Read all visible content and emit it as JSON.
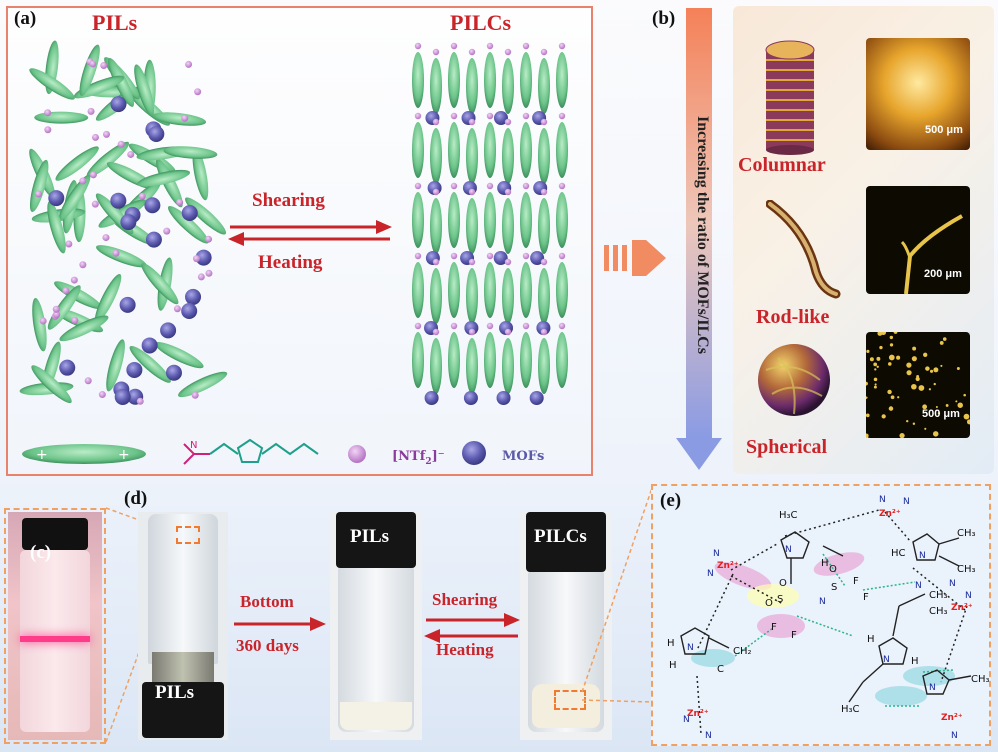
{
  "panel_a": {
    "label": "(a)",
    "left_title": "PILs",
    "right_title": "PILCs",
    "arrow_top": "Shearing",
    "arrow_bottom": "Heating",
    "legend_anion": "[NTf",
    "legend_anion_sub": "2",
    "legend_anion_sup": "]⁻",
    "legend_mofs": "MOFs"
  },
  "panel_b": {
    "label": "(b)",
    "vertical_text": "Increasing the ratio of MOFs/ILCs",
    "morphologies": [
      {
        "name": "Columnar",
        "scale": "500 μm"
      },
      {
        "name": "Rod-like",
        "scale": "200 μm"
      },
      {
        "name": "Spherical",
        "scale": "500 μm"
      }
    ]
  },
  "panel_c": {
    "label": "(c)"
  },
  "panel_d": {
    "label": "(d)",
    "vial1_label": "PILs",
    "vial2_label": "PILs",
    "vial3_label": "PILCs",
    "arrow1_top": "Bottom",
    "arrow1_bottom": "360 days",
    "arrow2_top": "Shearing",
    "arrow2_bottom": "Heating"
  },
  "panel_e": {
    "label": "(e)",
    "zn": "Zn²⁺",
    "atoms": {
      "N": "N",
      "S": "S",
      "O": "O",
      "F": "F",
      "H": "H",
      "C": "C"
    },
    "groups": {
      "ch3": "CH₃",
      "h3c": "H₃C",
      "hc": "HC",
      "ch2": "CH₂"
    }
  },
  "colors": {
    "accent_red": "#c8242a",
    "lc_green": "#7ecf94",
    "mof_blue": "#5b59a8",
    "anion_pink": "#c98ad6"
  }
}
